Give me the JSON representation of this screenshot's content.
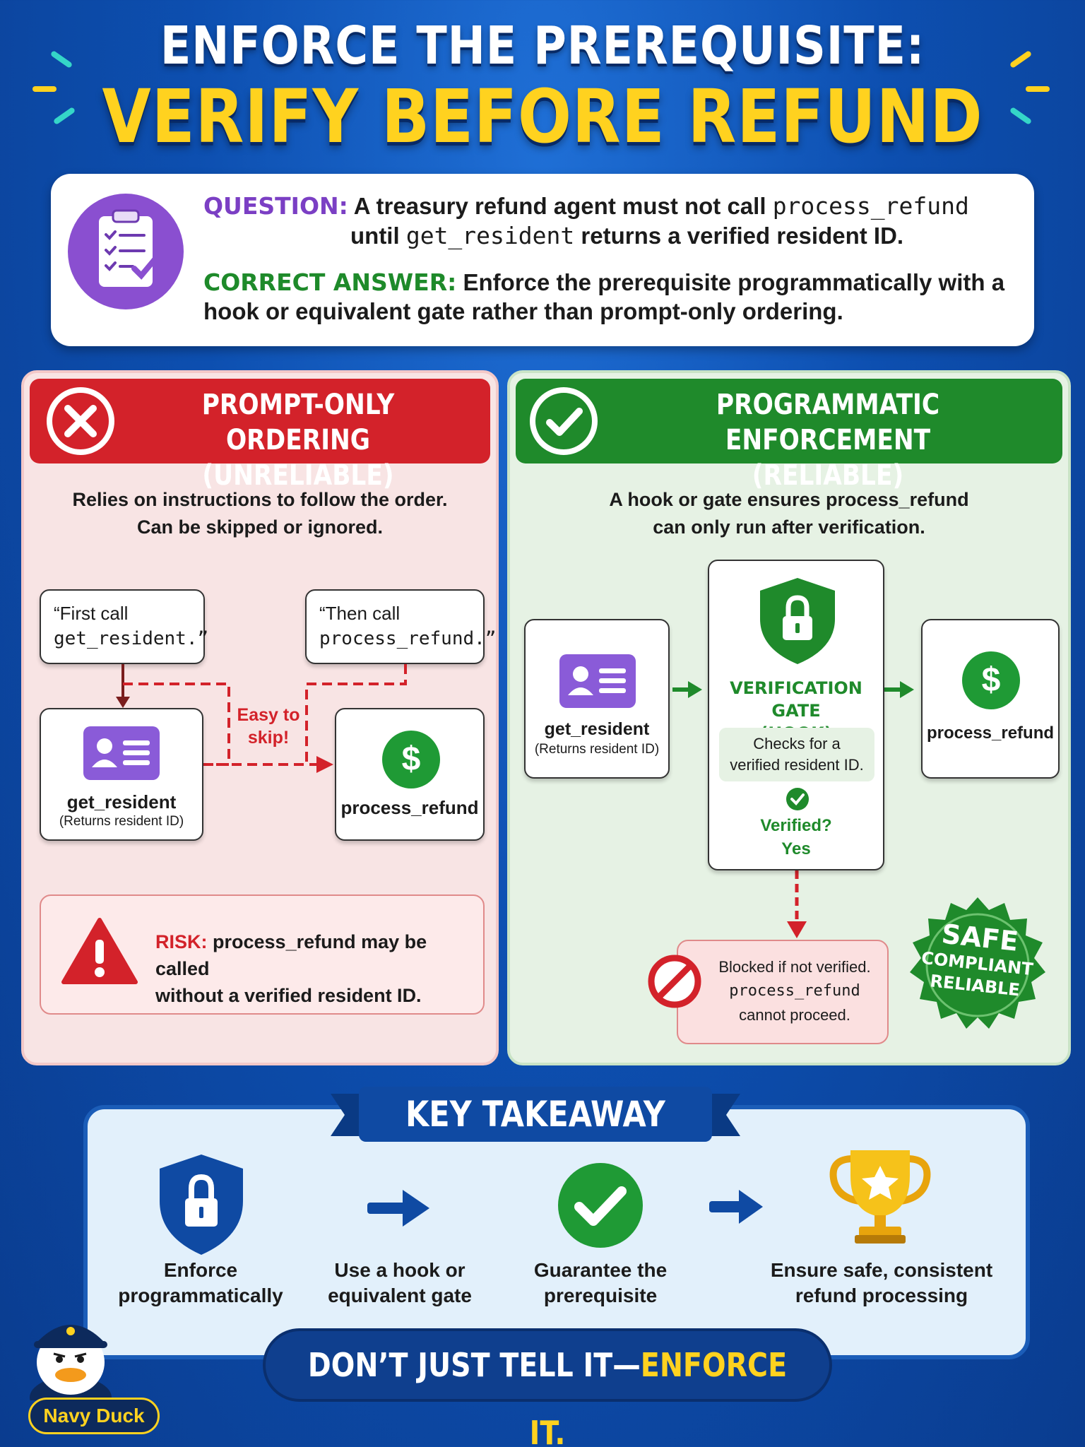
{
  "title": {
    "line1": "ENFORCE THE PREREQUISITE:",
    "line2": "VERIFY BEFORE REFUND"
  },
  "question_card": {
    "question_label": "QUESTION:",
    "question_text_1a": "A treasury refund agent must not call",
    "question_code_1": "process_refund",
    "question_text_2a": "until",
    "question_code_2": "get_resident",
    "question_text_2b": "returns a verified resident ID.",
    "answer_label": "CORRECT ANSWER:",
    "answer_text_1": "Enforce the prerequisite programmatically with a",
    "answer_text_2": "hook or equivalent gate rather than prompt-only ordering."
  },
  "left_panel": {
    "heading_1": "PROMPT-ONLY ORDERING",
    "heading_2": "(UNRELIABLE)",
    "desc_1": "Relies on instructions to follow the order.",
    "desc_2": "Can be skipped or ignored.",
    "quote1_line1": "“First call",
    "quote1_line2": "get_resident.”",
    "quote2_line1": "“Then call",
    "quote2_line2": "process_refund.”",
    "get_resident_title": "get_resident",
    "get_resident_sub": "(Returns resident ID)",
    "skip_line1": "Easy to",
    "skip_line2": "skip!",
    "process_refund_title": "process_refund",
    "risk_label": "RISK:",
    "risk_text_1": "process_refund may be called",
    "risk_text_2": "without a verified resident ID."
  },
  "right_panel": {
    "heading_1": "PROGRAMMATIC ENFORCEMENT",
    "heading_2": "(RELIABLE)",
    "desc_1": "A hook or gate ensures process_refund",
    "desc_2": "can only run after verification.",
    "get_resident_title": "get_resident",
    "get_resident_sub": "(Returns resident ID)",
    "gate_title_1": "VERIFICATION GATE",
    "gate_title_2": "(HOOK)",
    "gate_check_1": "Checks for a",
    "gate_check_2": "verified resident ID.",
    "verified_1": "Verified?",
    "verified_2": "Yes",
    "process_refund_title": "process_refund",
    "blocked_1": "Blocked if not verified.",
    "blocked_2": "process_refund",
    "blocked_3": "cannot proceed.",
    "badge_1": "SAFE",
    "badge_2": "COMPLIANT",
    "badge_3": "RELIABLE"
  },
  "takeaway": {
    "banner": "KEY TAKEAWAY",
    "steps": [
      {
        "line1": "Enforce",
        "line2": "programmatically"
      },
      {
        "line1": "Use a hook or",
        "line2": "equivalent gate"
      },
      {
        "line1": "Guarantee the",
        "line2": "prerequisite"
      },
      {
        "line1": "Ensure safe, consistent",
        "line2": "refund processing"
      }
    ],
    "bottom_white": "DON’T JUST TELL IT—",
    "bottom_yellow": "ENFORCE IT."
  },
  "brand": "Navy Duck",
  "colors": {
    "accent_yellow": "#ffd21f",
    "question_purple": "#7b3fc4",
    "answer_green": "#1e8a2a",
    "danger_red": "#d3222a",
    "safe_green": "#1f8a2b",
    "navy": "#0f4aa3"
  }
}
